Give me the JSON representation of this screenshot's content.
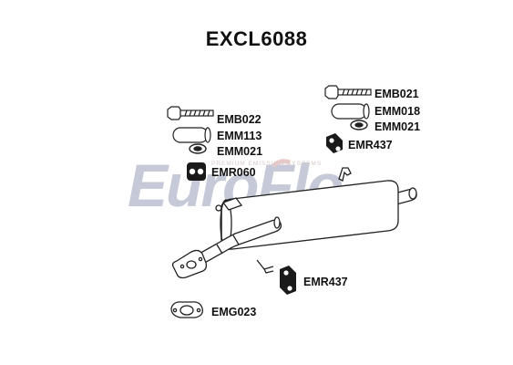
{
  "diagram": {
    "title": "EXCL6088",
    "watermark": {
      "brand": "EuroFlo",
      "tagline": "PREMIUM EMISSION SYSTEMS"
    },
    "parts": {
      "emb022": "EMB022",
      "emm113": "EMM113",
      "emm021_left": "EMM021",
      "emr060": "EMR060",
      "emb021": "EMB021",
      "emm018": "EMM018",
      "emm021_right": "EMM021",
      "emr437_top": "EMR437",
      "emr437_bottom": "EMR437",
      "emg023": "EMG023"
    }
  },
  "colors": {
    "line": "#222222",
    "part_fill": "#ffffff",
    "rubber_fill": "#1a1a1a",
    "watermark_blue": "#c6cad8",
    "watermark_red": "#e7c9c9"
  }
}
